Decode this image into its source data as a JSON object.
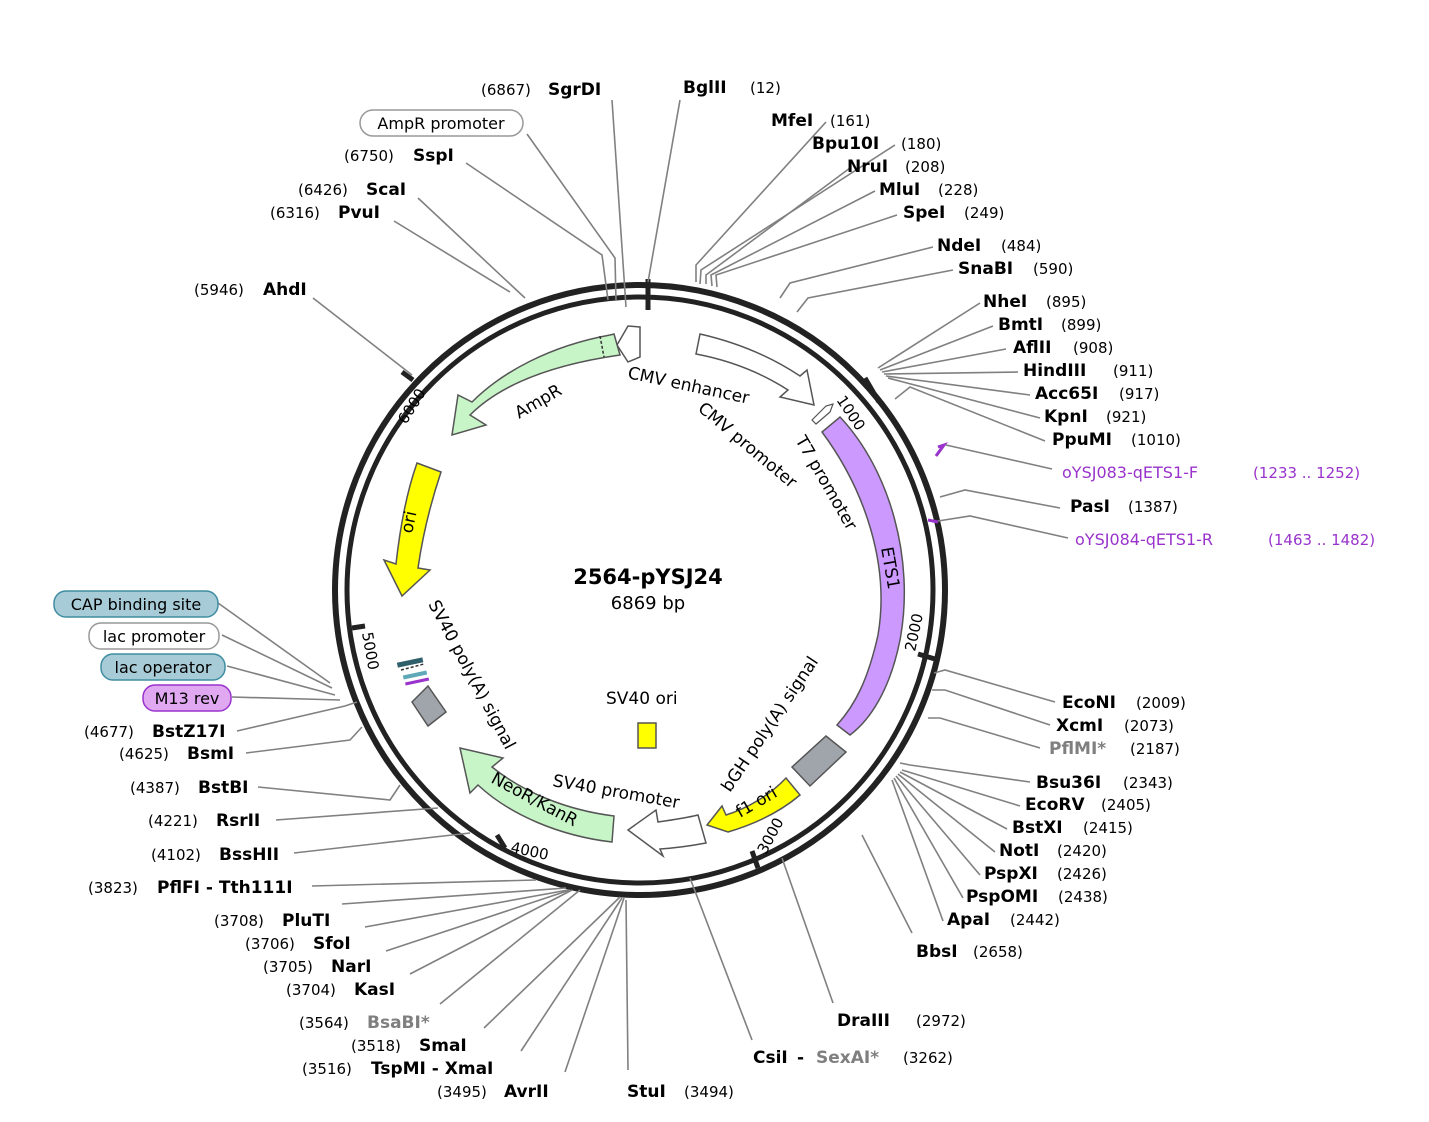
{
  "plasmid": {
    "name": "2564-pYSJ24",
    "size_label": "6869 bp"
  },
  "ticks": [
    "1000",
    "2000",
    "3000",
    "4000",
    "5000",
    "6000"
  ],
  "features": {
    "ampr_promoter": "AmpR promoter",
    "ampr": "AmpR",
    "cmv_enhancer": "CMV enhancer",
    "cmv_promoter": "CMV promoter",
    "t7_promoter": "T7 promoter",
    "ets1": "ETS1",
    "bgh": "bGH poly(A) signal",
    "f1_ori": "f1 ori",
    "sv40_promoter": "SV40 promoter",
    "neor": "NeoR/KanR",
    "sv40_polya": "SV40 poly(A) signal",
    "ori": "ori",
    "sv40_ori": "SV40 ori",
    "cap": "CAP binding site",
    "lac_promoter": "lac promoter",
    "lac_operator": "lac operator",
    "m13_rev": "M13 rev"
  },
  "sites": [
    {
      "name": "SgrDI",
      "pos": "(6867)"
    },
    {
      "name": "BglII",
      "pos": "(12)"
    },
    {
      "name": "MfeI",
      "pos": "(161)"
    },
    {
      "name": "Bpu10I",
      "pos": "(180)"
    },
    {
      "name": "NruI",
      "pos": "(208)"
    },
    {
      "name": "MluI",
      "pos": "(228)"
    },
    {
      "name": "SpeI",
      "pos": "(249)"
    },
    {
      "name": "NdeI",
      "pos": "(484)"
    },
    {
      "name": "SnaBI",
      "pos": "(590)"
    },
    {
      "name": "NheI",
      "pos": "(895)"
    },
    {
      "name": "BmtI",
      "pos": "(899)"
    },
    {
      "name": "AflII",
      "pos": "(908)"
    },
    {
      "name": "HindIII",
      "pos": "(911)"
    },
    {
      "name": "Acc65I",
      "pos": "(917)"
    },
    {
      "name": "KpnI",
      "pos": "(921)"
    },
    {
      "name": "PpuMI",
      "pos": "(1010)"
    },
    {
      "name": "PasI",
      "pos": "(1387)"
    },
    {
      "name": "EcoNI",
      "pos": "(2009)"
    },
    {
      "name": "XcmI",
      "pos": "(2073)"
    },
    {
      "name": "PflMI*",
      "pos": "(2187)"
    },
    {
      "name": "Bsu36I",
      "pos": "(2343)"
    },
    {
      "name": "EcoRV",
      "pos": "(2405)"
    },
    {
      "name": "BstXI",
      "pos": "(2415)"
    },
    {
      "name": "NotI",
      "pos": "(2420)"
    },
    {
      "name": "PspXI",
      "pos": "(2426)"
    },
    {
      "name": "PspOMI",
      "pos": "(2438)"
    },
    {
      "name": "ApaI",
      "pos": "(2442)"
    },
    {
      "name": "BbsI",
      "pos": "(2658)"
    },
    {
      "name": "DraIII",
      "pos": "(2972)"
    },
    {
      "name": "CsiI",
      "pos": "(3262)"
    },
    {
      "name": "SexAI*",
      "pos": ""
    },
    {
      "name": "StuI",
      "pos": "(3494)"
    },
    {
      "name": "AvrII",
      "pos": "(3495)"
    },
    {
      "name": "TspMI - XmaI",
      "pos": "(3516)"
    },
    {
      "name": "SmaI",
      "pos": "(3518)"
    },
    {
      "name": "BsaBI*",
      "pos": "(3564)"
    },
    {
      "name": "KasI",
      "pos": "(3704)"
    },
    {
      "name": "NarI",
      "pos": "(3705)"
    },
    {
      "name": "SfoI",
      "pos": "(3706)"
    },
    {
      "name": "PluTI",
      "pos": "(3708)"
    },
    {
      "name": "PflFI - Tth111I",
      "pos": "(3823)"
    },
    {
      "name": "BssHII",
      "pos": "(4102)"
    },
    {
      "name": "RsrII",
      "pos": "(4221)"
    },
    {
      "name": "BstBI",
      "pos": "(4387)"
    },
    {
      "name": "BsmI",
      "pos": "(4625)"
    },
    {
      "name": "BstZ17I",
      "pos": "(4677)"
    },
    {
      "name": "AhdI",
      "pos": "(5946)"
    },
    {
      "name": "PvuI",
      "pos": "(6316)"
    },
    {
      "name": "ScaI",
      "pos": "(6426)"
    },
    {
      "name": "SspI",
      "pos": "(6750)"
    }
  ],
  "primers": [
    {
      "name": "oYSJ083-qETS1-F",
      "pos": "(1233 .. 1252)"
    },
    {
      "name": "oYSJ084-qETS1-R",
      "pos": "(1463 .. 1482)"
    }
  ],
  "colors": {
    "ampr": "#c8f5c8",
    "ets1": "#cc99ff",
    "ori": "#ffff00",
    "polya": "#a0a4ab",
    "cap": "#a8ccd7",
    "m13": "#e0a8f0",
    "primer": "#9933cc"
  }
}
